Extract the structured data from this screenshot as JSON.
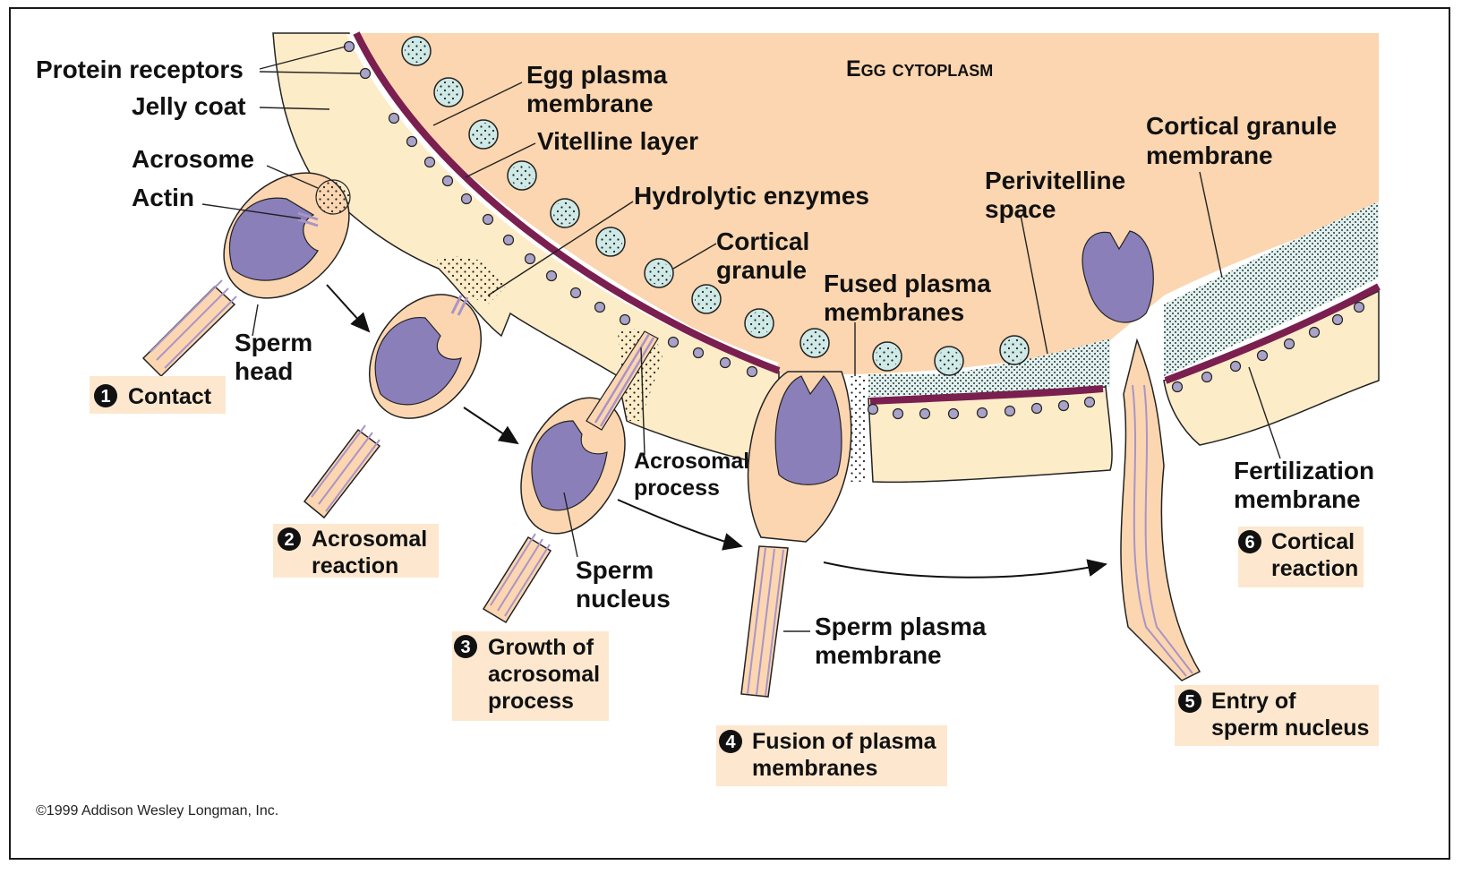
{
  "labels": {
    "protein_receptors": "Protein receptors",
    "jelly_coat": "Jelly coat",
    "acrosome": "Acrosome",
    "actin": "Actin",
    "sperm_head_1": "Sperm",
    "sperm_head_2": "head",
    "egg_plasma_membrane_1": "Egg plasma",
    "egg_plasma_membrane_2": "membrane",
    "vitelline_layer": "Vitelline layer",
    "hydrolytic_enzymes": "Hydrolytic enzymes",
    "cortical_granule_1": "Cortical",
    "cortical_granule_2": "granule",
    "egg_cytoplasm": "Egg cytoplasm",
    "fused_plasma_membranes_1": "Fused plasma",
    "fused_plasma_membranes_2": "membranes",
    "perivitelline_space_1": "Perivitelline",
    "perivitelline_space_2": "space",
    "cortical_granule_membrane_1": "Cortical granule",
    "cortical_granule_membrane_2": "membrane",
    "acrosomal_process_1": "Acrosomal",
    "acrosomal_process_2": "process",
    "sperm_nucleus_1": "Sperm",
    "sperm_nucleus_2": "nucleus",
    "sperm_plasma_membrane_1": "Sperm plasma",
    "sperm_plasma_membrane_2": "membrane",
    "fertilization_membrane_1": "Fertilization",
    "fertilization_membrane_2": "membrane"
  },
  "steps": [
    {
      "number": "1",
      "lines": [
        "Contact"
      ]
    },
    {
      "number": "2",
      "lines": [
        "Acrosomal",
        "reaction"
      ]
    },
    {
      "number": "3",
      "lines": [
        "Growth of",
        "acrosomal",
        "process"
      ]
    },
    {
      "number": "4",
      "lines": [
        "Fusion of plasma",
        "membranes"
      ]
    },
    {
      "number": "5",
      "lines": [
        "Entry of",
        "sperm nucleus"
      ]
    },
    {
      "number": "6",
      "lines": [
        "Cortical",
        "reaction"
      ]
    }
  ],
  "copyright": "©1999 Addison Wesley Longman, Inc.",
  "colors": {
    "cytoplasm": "#fbd6b0",
    "jelly": "#fdecc8",
    "membrane": "#7a1f4f",
    "nucleus": "#8a7fb8",
    "perivitelline": "#cfe9e6",
    "label_box": "#fde8cf"
  }
}
